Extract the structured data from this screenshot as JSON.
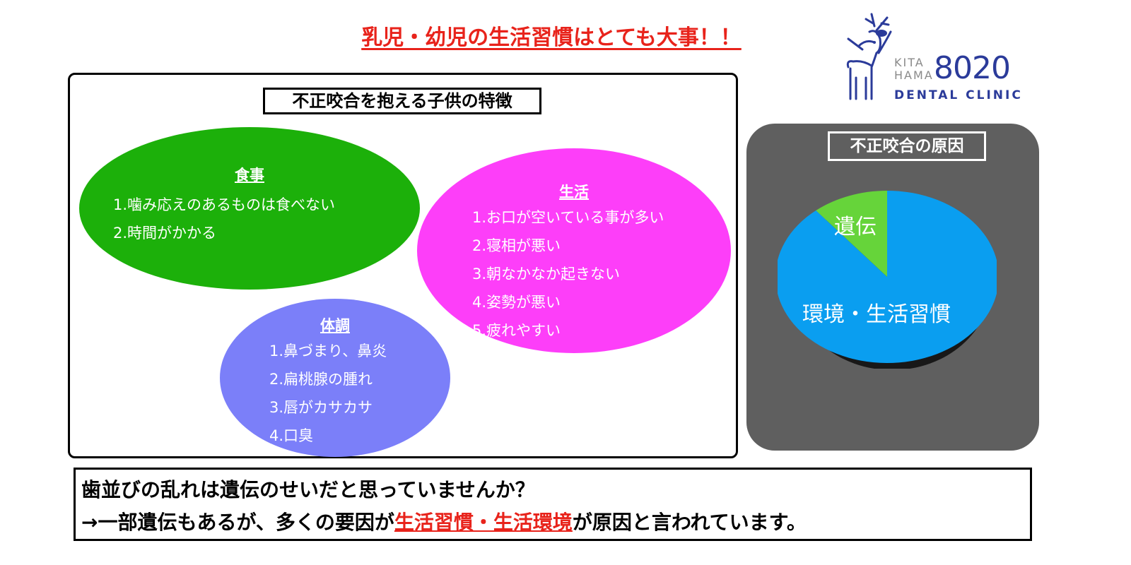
{
  "title": "乳児・幼児の生活習慣はとても大事！！",
  "logo": {
    "line1": "KITA",
    "line2": "HAMA",
    "number": "8020",
    "sub": "DENTAL CLINIC"
  },
  "characteristics": {
    "heading": "不正咬合を抱える子供の特徴",
    "groups": [
      {
        "title": "食事",
        "items": [
          "1.噛み応えのあるものは食べない",
          "2.時間がかかる"
        ],
        "color": "#1cb00a"
      },
      {
        "title": "生活",
        "items": [
          "1.お口が空いている事が多い",
          "2.寝相が悪い",
          "3.朝なかなか起きない",
          "4.姿勢が悪い",
          "5.疲れやすい"
        ],
        "color": "#fd3ef9"
      },
      {
        "title": "体調",
        "items": [
          "1.鼻づまり、鼻炎",
          "2.扁桃腺の腫れ",
          "3.唇がカサカサ",
          "4.口臭"
        ],
        "color": "#7b7ff9"
      }
    ]
  },
  "chart_data": {
    "type": "pie",
    "title": "不正咬合の原因",
    "categories": [
      "環境・生活習慣",
      "遺伝"
    ],
    "values": [
      89,
      11
    ],
    "colors": [
      "#0a9ef0",
      "#66d43a"
    ]
  },
  "bottom": {
    "line1": "歯並びの乱れは遺伝のせいだと思っていませんか？",
    "line2_pre": "→一部遺伝もあるが、多くの要因が",
    "line2_hl": "生活習慣・生活環境",
    "line2_post": "が原因と言われています。"
  }
}
